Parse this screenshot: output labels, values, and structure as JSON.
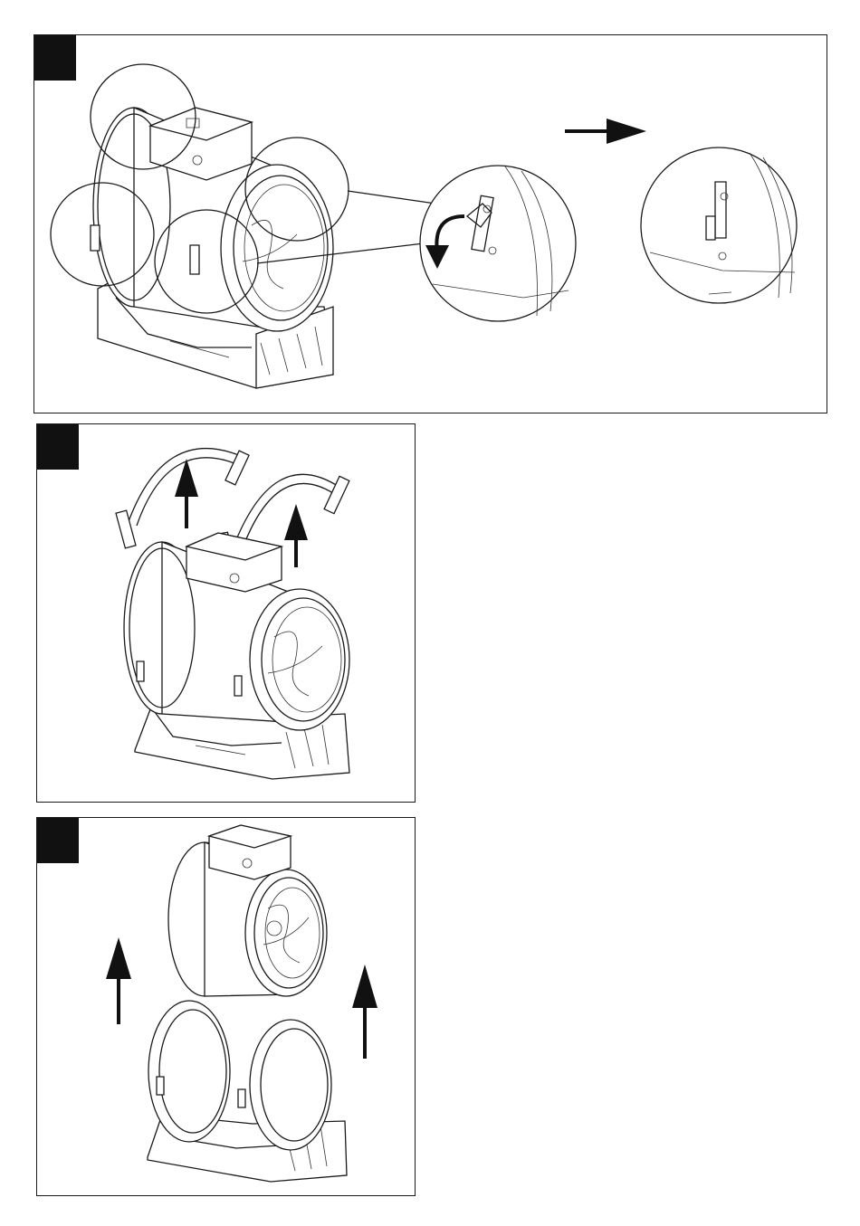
{
  "document": {
    "steps": [
      {
        "id": "step-1",
        "badge_color": "#111111",
        "label": ""
      },
      {
        "id": "step-2",
        "badge_color": "#111111",
        "label": ""
      },
      {
        "id": "step-3",
        "badge_color": "#111111",
        "label": ""
      }
    ],
    "icons": [
      "fan-illustration",
      "clamp-detail-zoom",
      "arrow-right",
      "arrow-up",
      "rotate-arrow"
    ]
  }
}
